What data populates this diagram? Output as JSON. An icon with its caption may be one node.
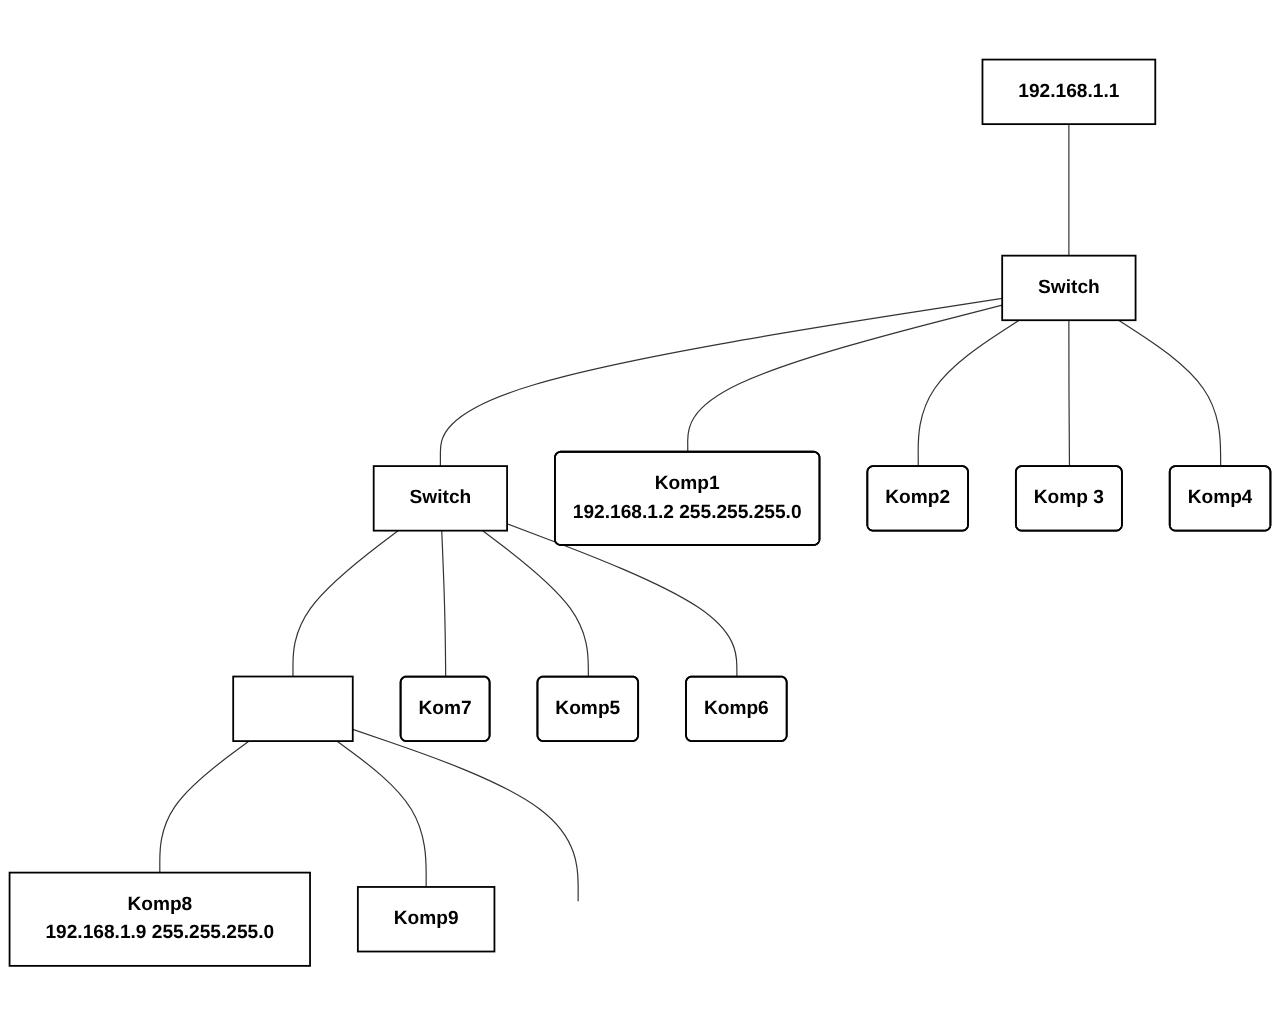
{
  "diagram": {
    "nodes": [
      {
        "text": [
          "192.168.1.1"
        ]
      },
      {
        "text": [
          "Switch"
        ]
      },
      {
        "text": [
          "Switch"
        ]
      },
      {
        "text": [
          "Kom7"
        ]
      },
      {
        "text": [
          "Komp1",
          "192.168.1.2 255.255.255.0"
        ]
      },
      {
        "text": [
          "Komp2"
        ]
      },
      {
        "text": [
          "Komp 3"
        ]
      },
      {
        "text": [
          "Komp4"
        ]
      },
      {
        "text": [
          "Komp5"
        ]
      },
      {
        "text": [
          "Komp6"
        ]
      },
      {
        "text": [],
        "shape": "box"
      },
      {
        "text": [
          "Komp8",
          "192.168.1.9 255.255.255.0"
        ]
      },
      {
        "text": [
          "Komp9"
        ]
      }
    ],
    "edges": [
      {
        "from": 0,
        "to": 1,
        "arrow": "none"
      },
      {
        "from": 1,
        "to": 2,
        "arrow": "none"
      },
      {
        "from": 1,
        "to": 4,
        "arrow": "none"
      },
      {
        "from": 1,
        "to": 5,
        "arrow": "none"
      },
      {
        "from": 1,
        "to": 6,
        "arrow": "none"
      },
      {
        "from": 1,
        "to": 7,
        "arrow": "none"
      },
      {
        "from": 2,
        "to": 8,
        "arrow": "none"
      },
      {
        "from": 2,
        "to": 9,
        "arrow": "none"
      },
      {
        "from": 2,
        "to": 3,
        "arrow": "none"
      },
      {
        "from": 2,
        "to": 10,
        "arrow": "none"
      },
      {
        "from": 10,
        "to": 11,
        "arrow": "none"
      },
      {
        "from": 10,
        "to": 12,
        "arrow": "none"
      },
      {
        "from": 10,
        "to": null,
        "arrow": "none"
      }
    ]
  }
}
